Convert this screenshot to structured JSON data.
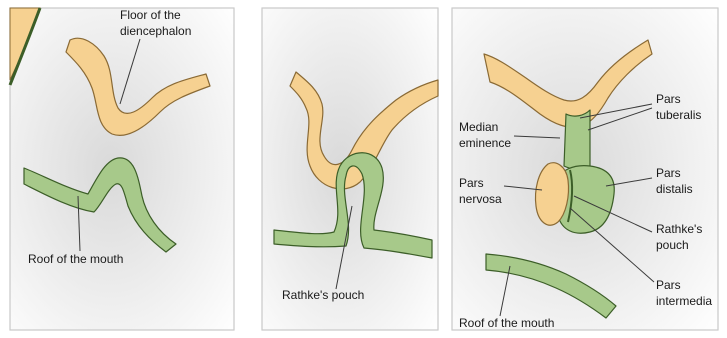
{
  "panel1": {
    "label_floor_line1": "Floor of the",
    "label_floor_line2": "diencephalon",
    "label_roof": "Roof of the mouth"
  },
  "panel2": {
    "label_rathke": "Rathke's pouch"
  },
  "panel3": {
    "label_median_line1": "Median",
    "label_median_line2": "eminence",
    "label_nervosa_line1": "Pars",
    "label_nervosa_line2": "nervosa",
    "label_tuberalis_line1": "Pars",
    "label_tuberalis_line2": "tuberalis",
    "label_distalis_line1": "Pars",
    "label_distalis_line2": "distalis",
    "label_rathke_line1": "Rathke's",
    "label_rathke_line2": "pouch",
    "label_intermedia_line1": "Pars",
    "label_intermedia_line2": "intermedia",
    "label_roof": "Roof of the mouth"
  },
  "colors": {
    "neural_tissue": "#f6d191",
    "oral_ectoderm": "#a7c98a",
    "panel_background": "#e6e6e6"
  }
}
